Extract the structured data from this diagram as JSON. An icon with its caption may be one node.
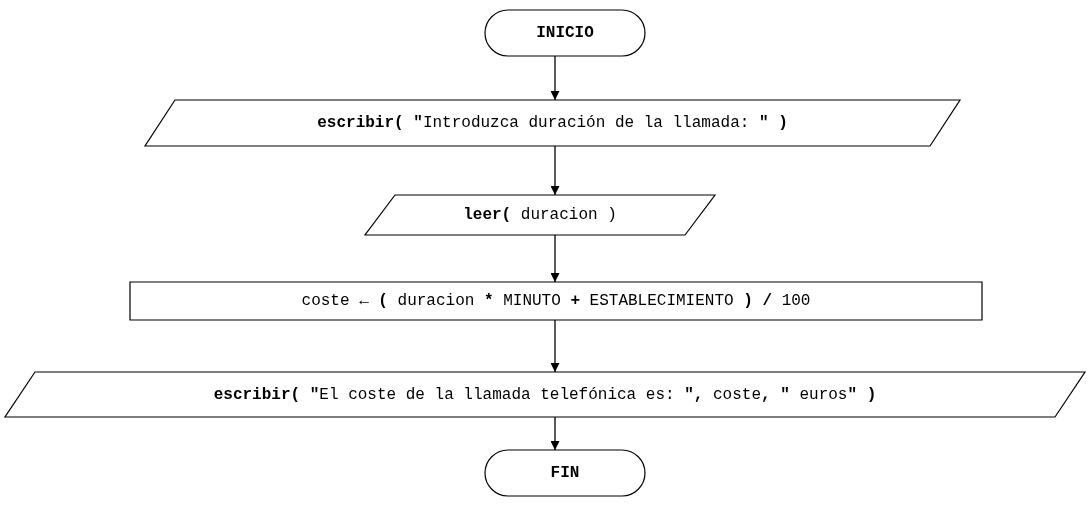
{
  "diagram": {
    "nodes": [
      {
        "text": [
          "INICIO"
        ]
      },
      {
        "text": [
          "**escribir(** **\"**Introduzca duración de la llamada: **\"** **)**"
        ]
      },
      {
        "text": [
          "**leer(** duracion )"
        ]
      },
      {
        "text": [
          "coste ← **(** duracion ***** MINUTO **+** ESTABLECIMIENTO **)** **/** 100"
        ]
      },
      {
        "text": [
          "**escribir(** **\"**El coste de la llamada telefónica es: **\",** coste**,** **\"** euros**\"** **)**"
        ]
      },
      {
        "text": [
          "FIN"
        ]
      }
    ],
    "edges": [
      {
        "from": 0,
        "to": 1,
        "arrow": "to"
      },
      {
        "from": 1,
        "to": 2,
        "arrow": "to"
      },
      {
        "from": 2,
        "to": 3,
        "arrow": "to"
      },
      {
        "from": 3,
        "to": 4,
        "arrow": "to"
      },
      {
        "from": 4,
        "to": 5,
        "arrow": "to"
      }
    ]
  }
}
